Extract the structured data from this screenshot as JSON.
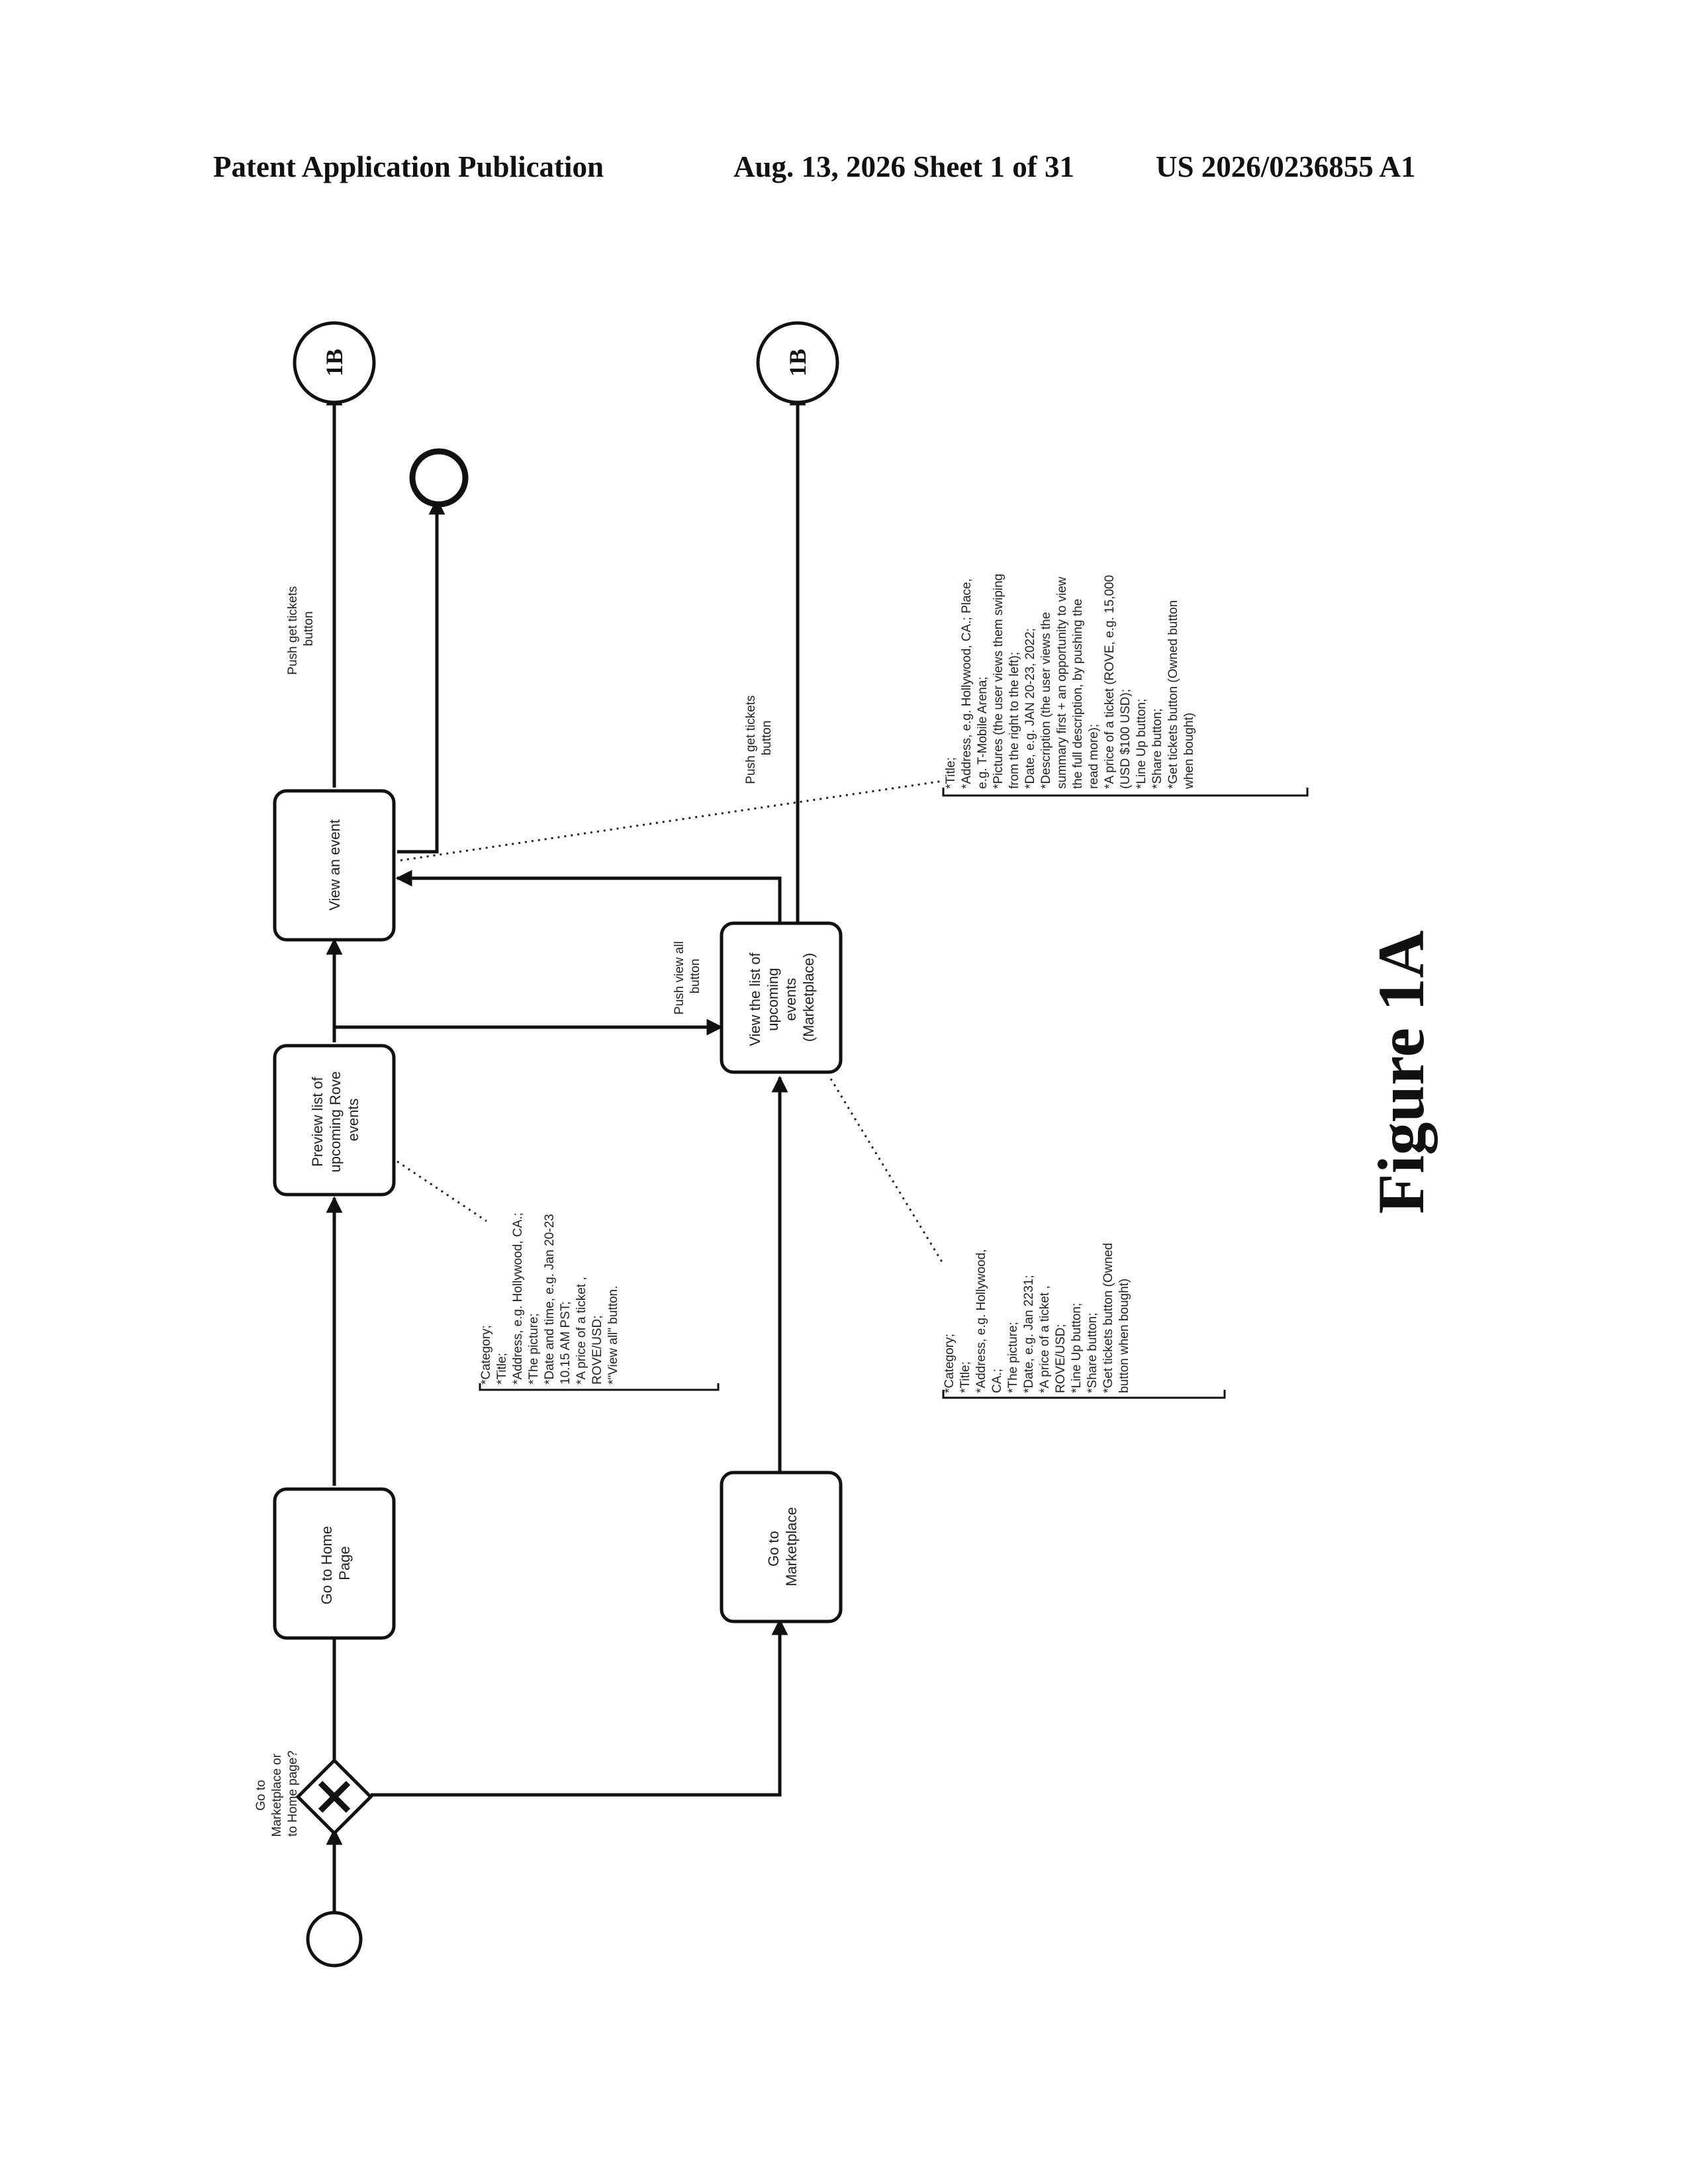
{
  "header": {
    "publication": "Patent Application Publication",
    "date_sheet": "Aug. 13, 2026  Sheet 1 of 31",
    "pub_number": "US 2026/0236855 A1"
  },
  "figure_label": "Figure 1A",
  "gateway": {
    "label": [
      "Go to",
      "Marketplace or",
      "to Home page?"
    ]
  },
  "tasks": {
    "home": [
      "Go to Home",
      "Page"
    ],
    "preview": [
      "Preview list of",
      "upcoming Rove",
      "events"
    ],
    "view_event": [
      "View an event"
    ],
    "marketplace": [
      "Go to",
      "Marketplace"
    ],
    "upcoming": [
      "View the list of",
      "upcoming",
      "events",
      "(Marketplace)"
    ]
  },
  "connectors": {
    "top": "1B",
    "bottom": "1B"
  },
  "edge_labels": {
    "push_top": [
      "Push get tickets",
      "button"
    ],
    "push_bottom": [
      "Push get tickets",
      "button"
    ],
    "view_all": [
      "Push view all",
      "button"
    ]
  },
  "annotations": {
    "preview_notes": [
      "*Category;",
      "*Title;",
      "*Address, e.g. Hollywood, CA.;",
      "*The picture;",
      "*Date and time, e.g. Jan 20-23",
      "10.15 AM PST;",
      "*A price of a ticket ,",
      "ROVE/USD;",
      "*\"View all\" button."
    ],
    "upcoming_notes": [
      "*Category;",
      "*Title;",
      "*Address, e.g. Hollywood,",
      "CA.;",
      "*The picture;",
      "*Date, e.g. Jan 2231;",
      "*A price of a ticket ,",
      "ROVE/USD;",
      "*Line Up button;",
      "*Share button;",
      "*Get tickets button (Owned",
      "button when bought)"
    ],
    "event_notes": [
      "*Title;",
      "*Address, e.g. Hollywood, CA.; Place,",
      "e.g. T-Mobile Arena;",
      "*Pictures (the user views them swiping",
      "from the right to the left);",
      "*Date, e.g. JAN 20-23, 2022;",
      "*Description (the user views the",
      "summary first + an opportunity to view",
      "the full description, by pushing the",
      "read more);",
      "*A price of a ticket (ROVE, e.g. 15,000",
      "(USD $100 USD);",
      "*Line Up button;",
      "*Share button;",
      "*Get tickets button (Owned button",
      "when bought)"
    ]
  }
}
